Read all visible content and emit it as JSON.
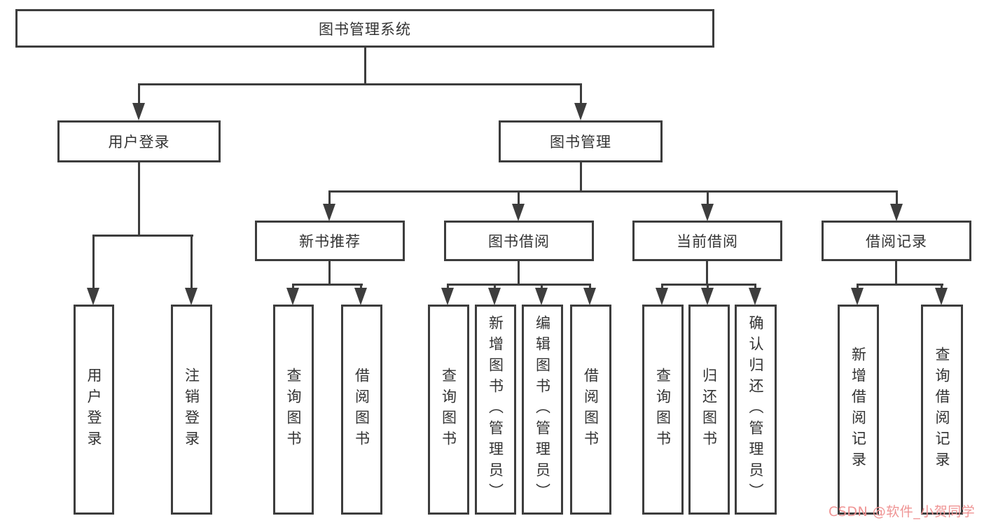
{
  "nodes": {
    "root": "图书管理系统",
    "user_login": "用户登录",
    "book_mgmt": "图书管理",
    "new_book_rec": "新书推荐",
    "book_borrow": "图书借阅",
    "current_borrow": "当前借阅",
    "borrow_record": "借阅记录",
    "leaf_user_login": "用户登录",
    "leaf_logout": "注销登录",
    "leaf_query_book_a": "查询图书",
    "leaf_borrow_book_a": "借阅图书",
    "leaf_query_book_b": "查询图书",
    "leaf_add_book": "新增图书（管理员）",
    "leaf_edit_book": "编辑图书（管理员）",
    "leaf_borrow_book_b": "借阅图书",
    "leaf_query_book_c": "查询图书",
    "leaf_return_book": "归还图书",
    "leaf_confirm_return": "确认归还（管理员）",
    "leaf_add_borrow_record": "新增借阅记录",
    "leaf_query_borrow_record": "查询借阅记录"
  },
  "hierarchy": {
    "图书管理系统": {
      "用户登录": [
        "用户登录",
        "注销登录"
      ],
      "图书管理": {
        "新书推荐": [
          "查询图书",
          "借阅图书"
        ],
        "图书借阅": [
          "查询图书",
          "新增图书（管理员）",
          "编辑图书（管理员）",
          "借阅图书"
        ],
        "当前借阅": [
          "查询图书",
          "归还图书",
          "确认归还（管理员）"
        ],
        "借阅记录": [
          "新增借阅记录",
          "查询借阅记录"
        ]
      }
    }
  },
  "watermark": {
    "text": "CSDN @软件_小贺同学",
    "color": "#ef9494"
  },
  "colors": {
    "line": "#3d3d3d",
    "text": "#333333",
    "background": "#ffffff"
  }
}
